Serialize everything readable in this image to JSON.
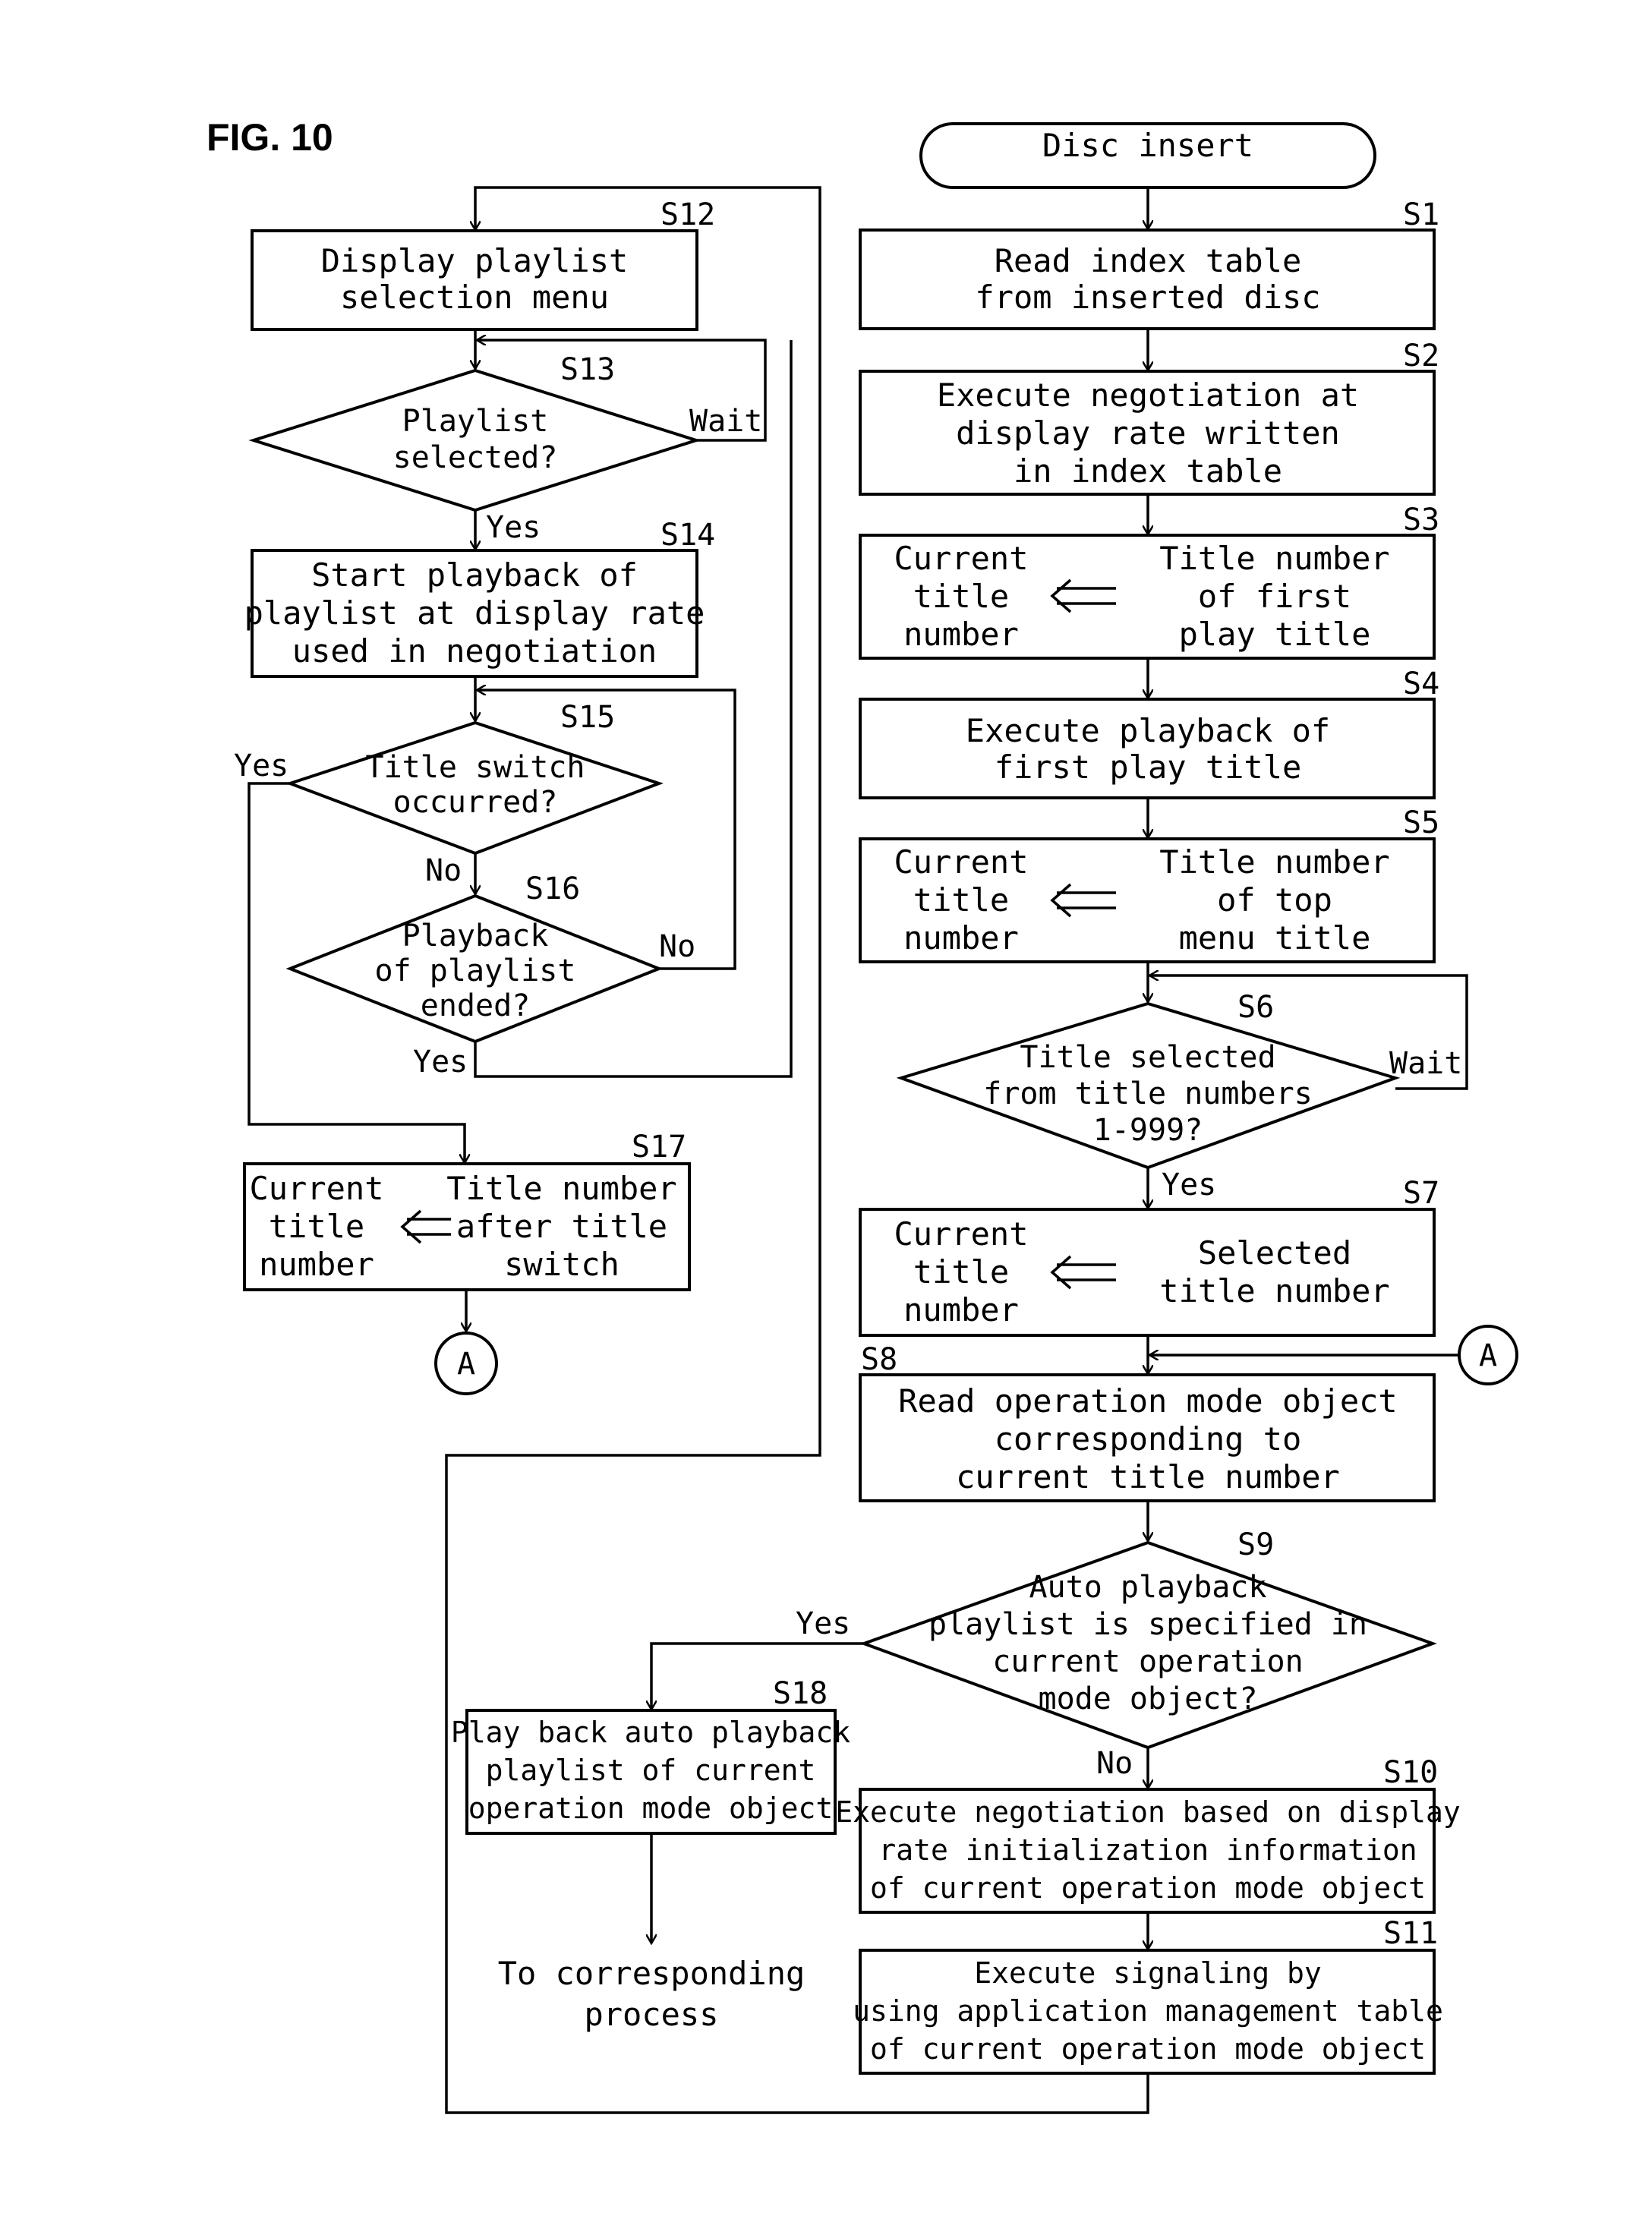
{
  "figure": {
    "label": "FIG. 10"
  },
  "steps": {
    "start": {
      "text": [
        "Disc insert"
      ]
    },
    "S1": {
      "id": "S1",
      "text": [
        "Read index table",
        "from inserted disc"
      ]
    },
    "S2": {
      "id": "S2",
      "text": [
        "Execute negotiation at",
        "display rate written",
        "in index table"
      ]
    },
    "S3": {
      "id": "S3",
      "left": [
        "Current",
        "title",
        "number"
      ],
      "right": [
        "Title number",
        "of first",
        "play title"
      ]
    },
    "S4": {
      "id": "S4",
      "text": [
        "Execute playback of",
        "first play title"
      ]
    },
    "S5": {
      "id": "S5",
      "left": [
        "Current",
        "title",
        "number"
      ],
      "right": [
        "Title number",
        "of top",
        "menu title"
      ]
    },
    "S6": {
      "id": "S6",
      "text": [
        "Title selected",
        "from title numbers",
        "1-999?"
      ],
      "wait": "Wait",
      "yes": "Yes"
    },
    "S7": {
      "id": "S7",
      "left": [
        "Current",
        "title",
        "number"
      ],
      "right": [
        "Selected",
        "title number"
      ]
    },
    "S8": {
      "id": "S8",
      "text": [
        "Read operation mode object",
        "corresponding to",
        "current title number"
      ]
    },
    "S9": {
      "id": "S9",
      "text": [
        "Auto playback",
        "playlist is specified in",
        "current operation",
        "mode object?"
      ],
      "yes": "Yes",
      "no": "No"
    },
    "S10": {
      "id": "S10",
      "text": [
        "Execute negotiation based on display",
        "rate initialization information",
        "of current operation mode object"
      ]
    },
    "S11": {
      "id": "S11",
      "text": [
        "Execute signaling by",
        "using application management table",
        "of current operation mode object"
      ]
    },
    "S12": {
      "id": "S12",
      "text": [
        "Display playlist",
        "selection menu"
      ]
    },
    "S13": {
      "id": "S13",
      "text": [
        "Playlist",
        "selected?"
      ],
      "wait": "Wait",
      "yes": "Yes"
    },
    "S14": {
      "id": "S14",
      "text": [
        "Start playback of",
        "playlist at display rate",
        "used in negotiation"
      ]
    },
    "S15": {
      "id": "S15",
      "text": [
        "Title switch",
        "occurred?"
      ],
      "yes": "Yes",
      "no": "No"
    },
    "S16": {
      "id": "S16",
      "text": [
        "Playback",
        "of playlist",
        "ended?"
      ],
      "yes": "Yes",
      "no": "No"
    },
    "S17": {
      "id": "S17",
      "left": [
        "Current",
        "title",
        "number"
      ],
      "right": [
        "Title number",
        "after title",
        "switch"
      ]
    },
    "S18": {
      "id": "S18",
      "text": [
        "Play back auto playback",
        "playlist of current",
        "operation mode object"
      ]
    },
    "process": {
      "text": [
        "To corresponding",
        "process"
      ]
    },
    "connector": {
      "label": "A"
    }
  },
  "colors": {
    "line": "#000000",
    "background": "#ffffff"
  }
}
